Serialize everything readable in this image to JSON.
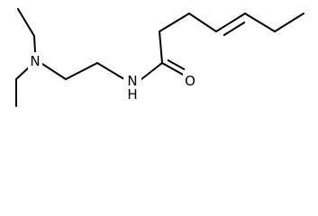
{
  "molecule": {
    "atoms": [
      {
        "id": "n_amine",
        "label": "N"
      },
      {
        "id": "n_amide",
        "label": "H N"
      },
      {
        "id": "o_carbonyl",
        "label": "O"
      }
    ],
    "bonds": [
      {
        "order": 1
      },
      {
        "order": 1
      },
      {
        "order": 1
      },
      {
        "order": 1
      },
      {
        "order": 1
      },
      {
        "order": 1
      },
      {
        "order": 1
      },
      {
        "order": 1
      },
      {
        "order": 2
      },
      {
        "order": 1
      },
      {
        "order": 1
      },
      {
        "order": 1
      },
      {
        "order": 2
      },
      {
        "order": 1
      },
      {
        "order": 1
      }
    ]
  }
}
